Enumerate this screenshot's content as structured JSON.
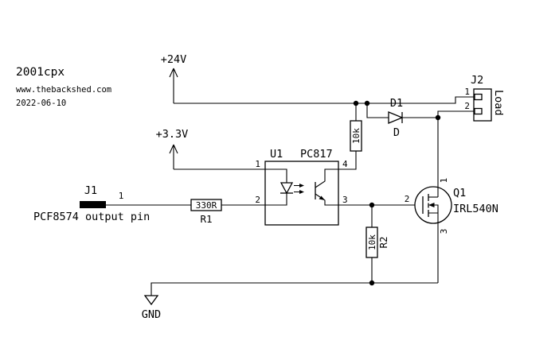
{
  "title_block": {
    "name": "2001cpx",
    "website": "www.thebackshed.com",
    "date": "2022-06-10"
  },
  "power": {
    "rail_24v": "+24V",
    "rail_3v3": "+3.3V",
    "ground": "GND"
  },
  "components": {
    "j1": {
      "ref": "J1",
      "pin1": "1",
      "note": "PCF8574 output pin"
    },
    "r1": {
      "ref": "R1",
      "value": "330R"
    },
    "u1": {
      "ref": "U1",
      "part": "PC817",
      "pin1": "1",
      "pin2": "2",
      "pin3": "3",
      "pin4": "4"
    },
    "r_top": {
      "value": "10k"
    },
    "r2": {
      "ref": "R2",
      "value": "10k"
    },
    "d1": {
      "ref": "D1",
      "value": "D"
    },
    "q1": {
      "ref": "Q1",
      "part": "IRL540N",
      "pin1": "1",
      "pin2": "2",
      "pin3": "3"
    },
    "j2": {
      "ref": "J2",
      "value": "Load",
      "pin1": "1",
      "pin2": "2"
    }
  },
  "colors": {
    "title": "#a83030",
    "subtitle": "#a04040",
    "wire": "#000000"
  }
}
